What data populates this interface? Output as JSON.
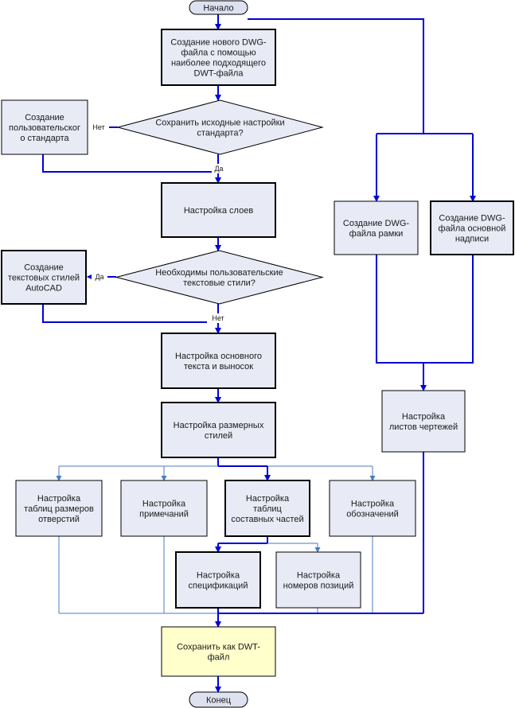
{
  "flowchart": {
    "start": "Начало",
    "end": "Конец",
    "create_dwg": "Создание нового DWG-\nфайла с помощью\nнаиболее подходящего\nDWT-файла",
    "custom_standard": "Создание\nпользовательског\nо стандарта",
    "keep_standard_q": "Сохранить исходные настройки\nстандарта?",
    "layers": "Настройка слоев",
    "custom_text_styles": "Создание\nтекстовых стилей\nAutoCAD",
    "text_styles_q": "Необходимы пользовательские\nтекстовые стили?",
    "main_text": "Настройка основного\nтекста и выносок",
    "dim_styles": "Настройка размерных\nстилей",
    "hole_tables": "Настройка\nтаблиц размеров\nотверстий",
    "notes": "Настройка\nпримечаний",
    "parts_tables": "Настройка\nтаблиц\nсоставных частей",
    "symbols": "Настройка\nобозначений",
    "specs": "Настройка\nспецификаций",
    "positions": "Настройка\nномеров позиций",
    "save_dwt": "Сохранить как DWT-\nфайл",
    "frame_dwg": "Создание DWG-\nфайла рамки",
    "title_block_dwg": "Создание DWG-\nфайла основной\nнадписи",
    "sheets": "Настройка\nлистов чертежей",
    "label_no_1": "Нет",
    "label_yes_1": "Да",
    "label_yes_2": "Да",
    "label_no_2": "Нет"
  },
  "colors": {
    "arrow_main": "#0000d8",
    "arrow_thin": "#4a7ebb",
    "box_fill": "#e8ebf5",
    "save_fill": "#ffffcc",
    "terminal_fill": "#dde1f0",
    "border": "#000000"
  }
}
